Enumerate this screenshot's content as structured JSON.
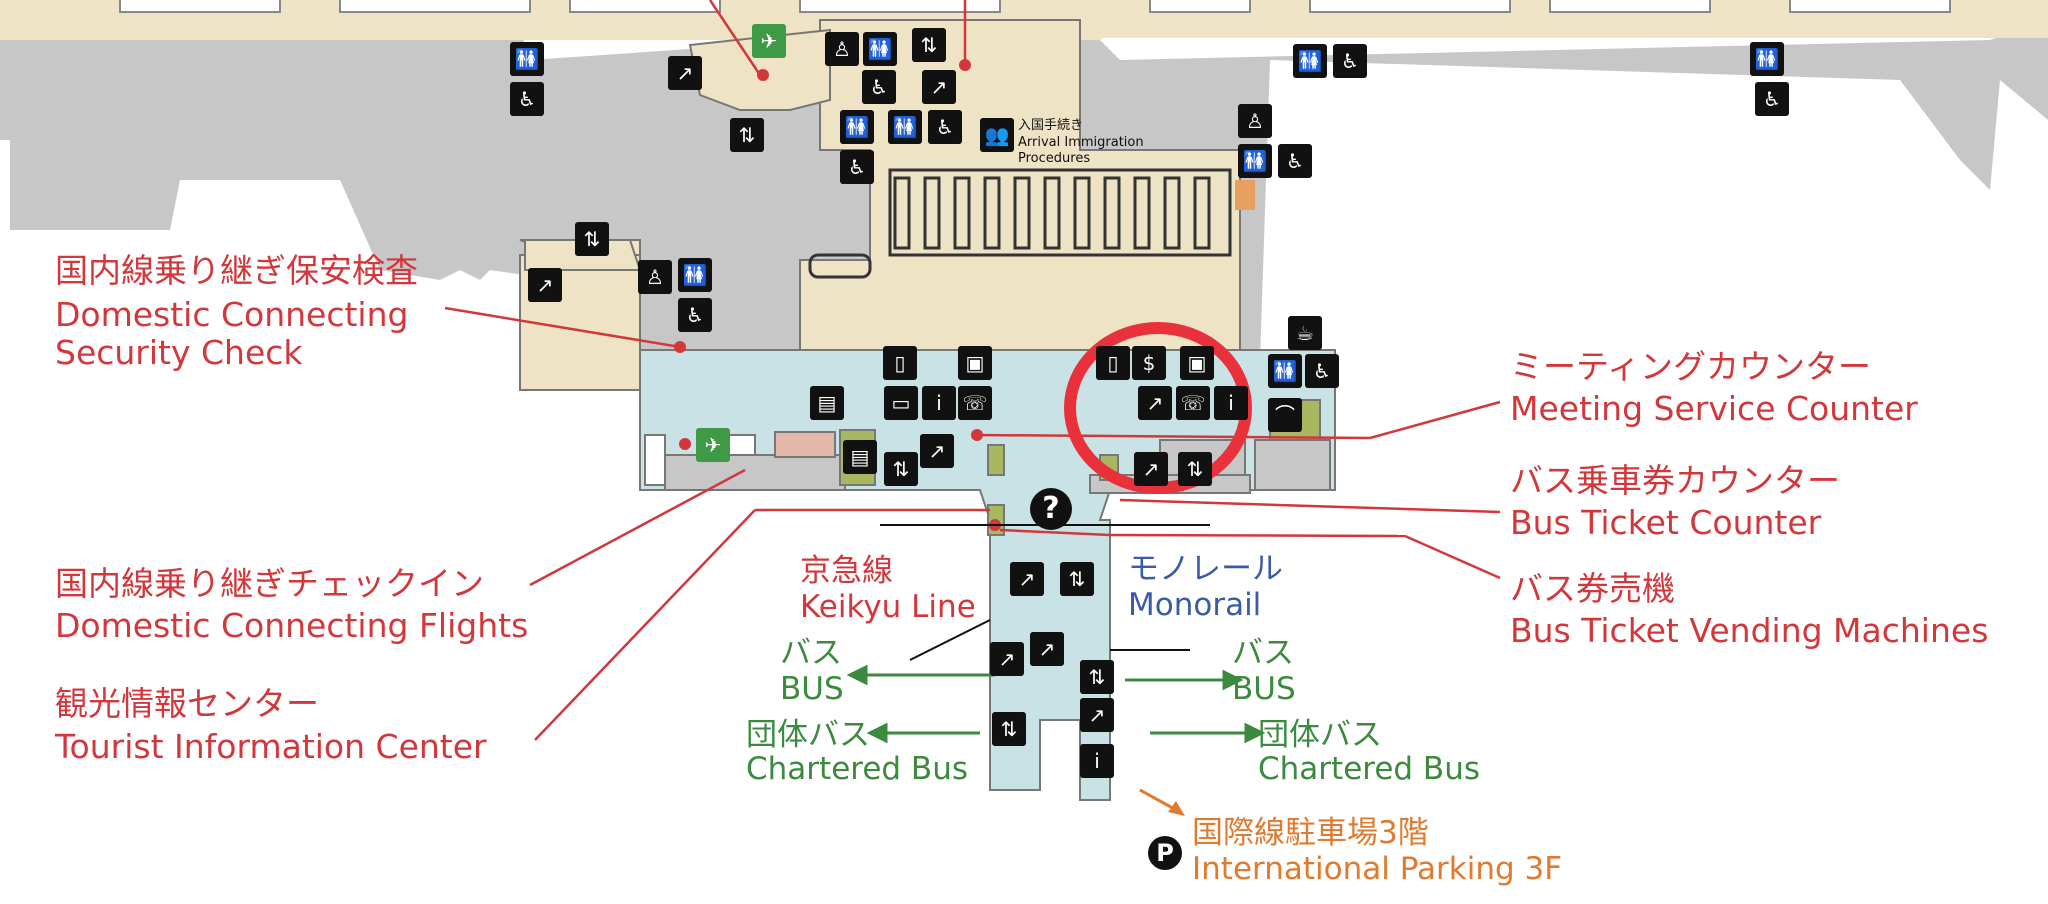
{
  "labels": {
    "domestic_security": {
      "jp": "国内線乗り継ぎ保安検査",
      "en1": "Domestic Connecting",
      "en2": "Security Check"
    },
    "domestic_flights": {
      "jp": "国内線乗り継ぎチェックイン",
      "en": "Domestic Connecting Flights"
    },
    "tourist_info": {
      "jp": "観光情報センター",
      "en": "Tourist Information Center"
    },
    "meeting_service": {
      "jp": "ミーティングカウンター",
      "en": "Meeting Service Counter"
    },
    "bus_ticket_counter": {
      "jp": "バス乗車券カウンター",
      "en": "Bus Ticket Counter"
    },
    "bus_vending": {
      "jp": "バス券売機",
      "en": "Bus Ticket Vending Machines"
    },
    "keikyu": {
      "jp": "京急線",
      "en": "Keikyu Line"
    },
    "monorail": {
      "jp": "モノレール",
      "en": "Monorail"
    },
    "bus_left": {
      "jp": "バス",
      "en": "BUS"
    },
    "bus_right": {
      "jp": "バス",
      "en": "BUS"
    },
    "chartered_left": {
      "jp": "団体バス",
      "en": "Chartered Bus"
    },
    "chartered_right": {
      "jp": "団体バス",
      "en": "Chartered Bus"
    },
    "parking": {
      "jp": "国際線駐車場3階",
      "en": "International Parking 3F",
      "mark": "P"
    },
    "immigration": {
      "jp": "入国手続き",
      "en1": "Arrival Immigration",
      "en2": "Procedures"
    },
    "info_mark": "?"
  },
  "colors": {
    "label_red": "#d2373c",
    "transit_green": "#3b8a3e",
    "monorail_blue": "#3a5ca8",
    "parking_orange": "#e07a2e",
    "highlight_circle": "#e8313b"
  },
  "icons": [
    "restroom-icon",
    "wheelchair-icon",
    "escalator-icon",
    "elevator-icon",
    "baby-care-icon",
    "airplane-icon",
    "telephone-icon",
    "info-icon",
    "atm-icon",
    "baggage-icon"
  ]
}
